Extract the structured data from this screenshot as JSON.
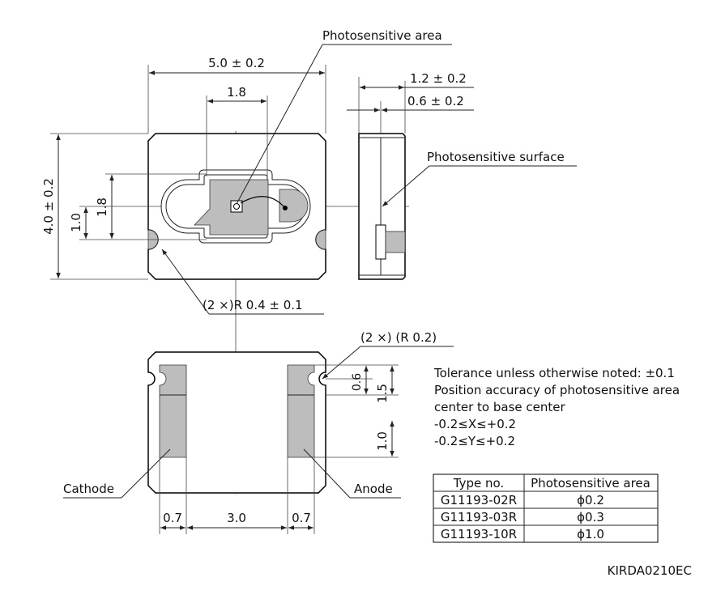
{
  "labels": {
    "photosensitive_area": "Photosensitive area",
    "photosensitive_surface": "Photosensitive surface",
    "cathode": "Cathode",
    "anode": "Anode"
  },
  "dimensions": {
    "width_total": "5.0 ± 0.2",
    "height_total": "4.0 ± 0.2",
    "top_inner": "1.8",
    "left_inner_1": "1.8",
    "left_inner_2": "1.0",
    "side_thick_1": "1.2 ± 0.2",
    "side_thick_2": "0.6 ± 0.2",
    "radius_top": "(2 ×)R 0.4 ± 0.1",
    "radius_bottom": "(2 ×) (R 0.2)",
    "right_dim_06": "0.6",
    "right_dim_15": "1.5",
    "right_dim_10": "1.0",
    "bottom_07_left": "0.7",
    "bottom_30": "3.0",
    "bottom_07_right": "0.7"
  },
  "notes": [
    "Tolerance unless otherwise noted: ±0.1",
    "Position accuracy of photosensitive area",
    "center to base center",
    "-0.2≤X≤+0.2",
    "-0.2≤Y≤+0.2"
  ],
  "table": {
    "headers": [
      "Type no.",
      "Photosensitive area"
    ],
    "rows": [
      [
        "G11193-02R",
        "ϕ0.2"
      ],
      [
        "G11193-03R",
        "ϕ0.3"
      ],
      [
        "G11193-10R",
        "ϕ1.0"
      ]
    ]
  },
  "drawing_code": "KIRDA0210EC"
}
